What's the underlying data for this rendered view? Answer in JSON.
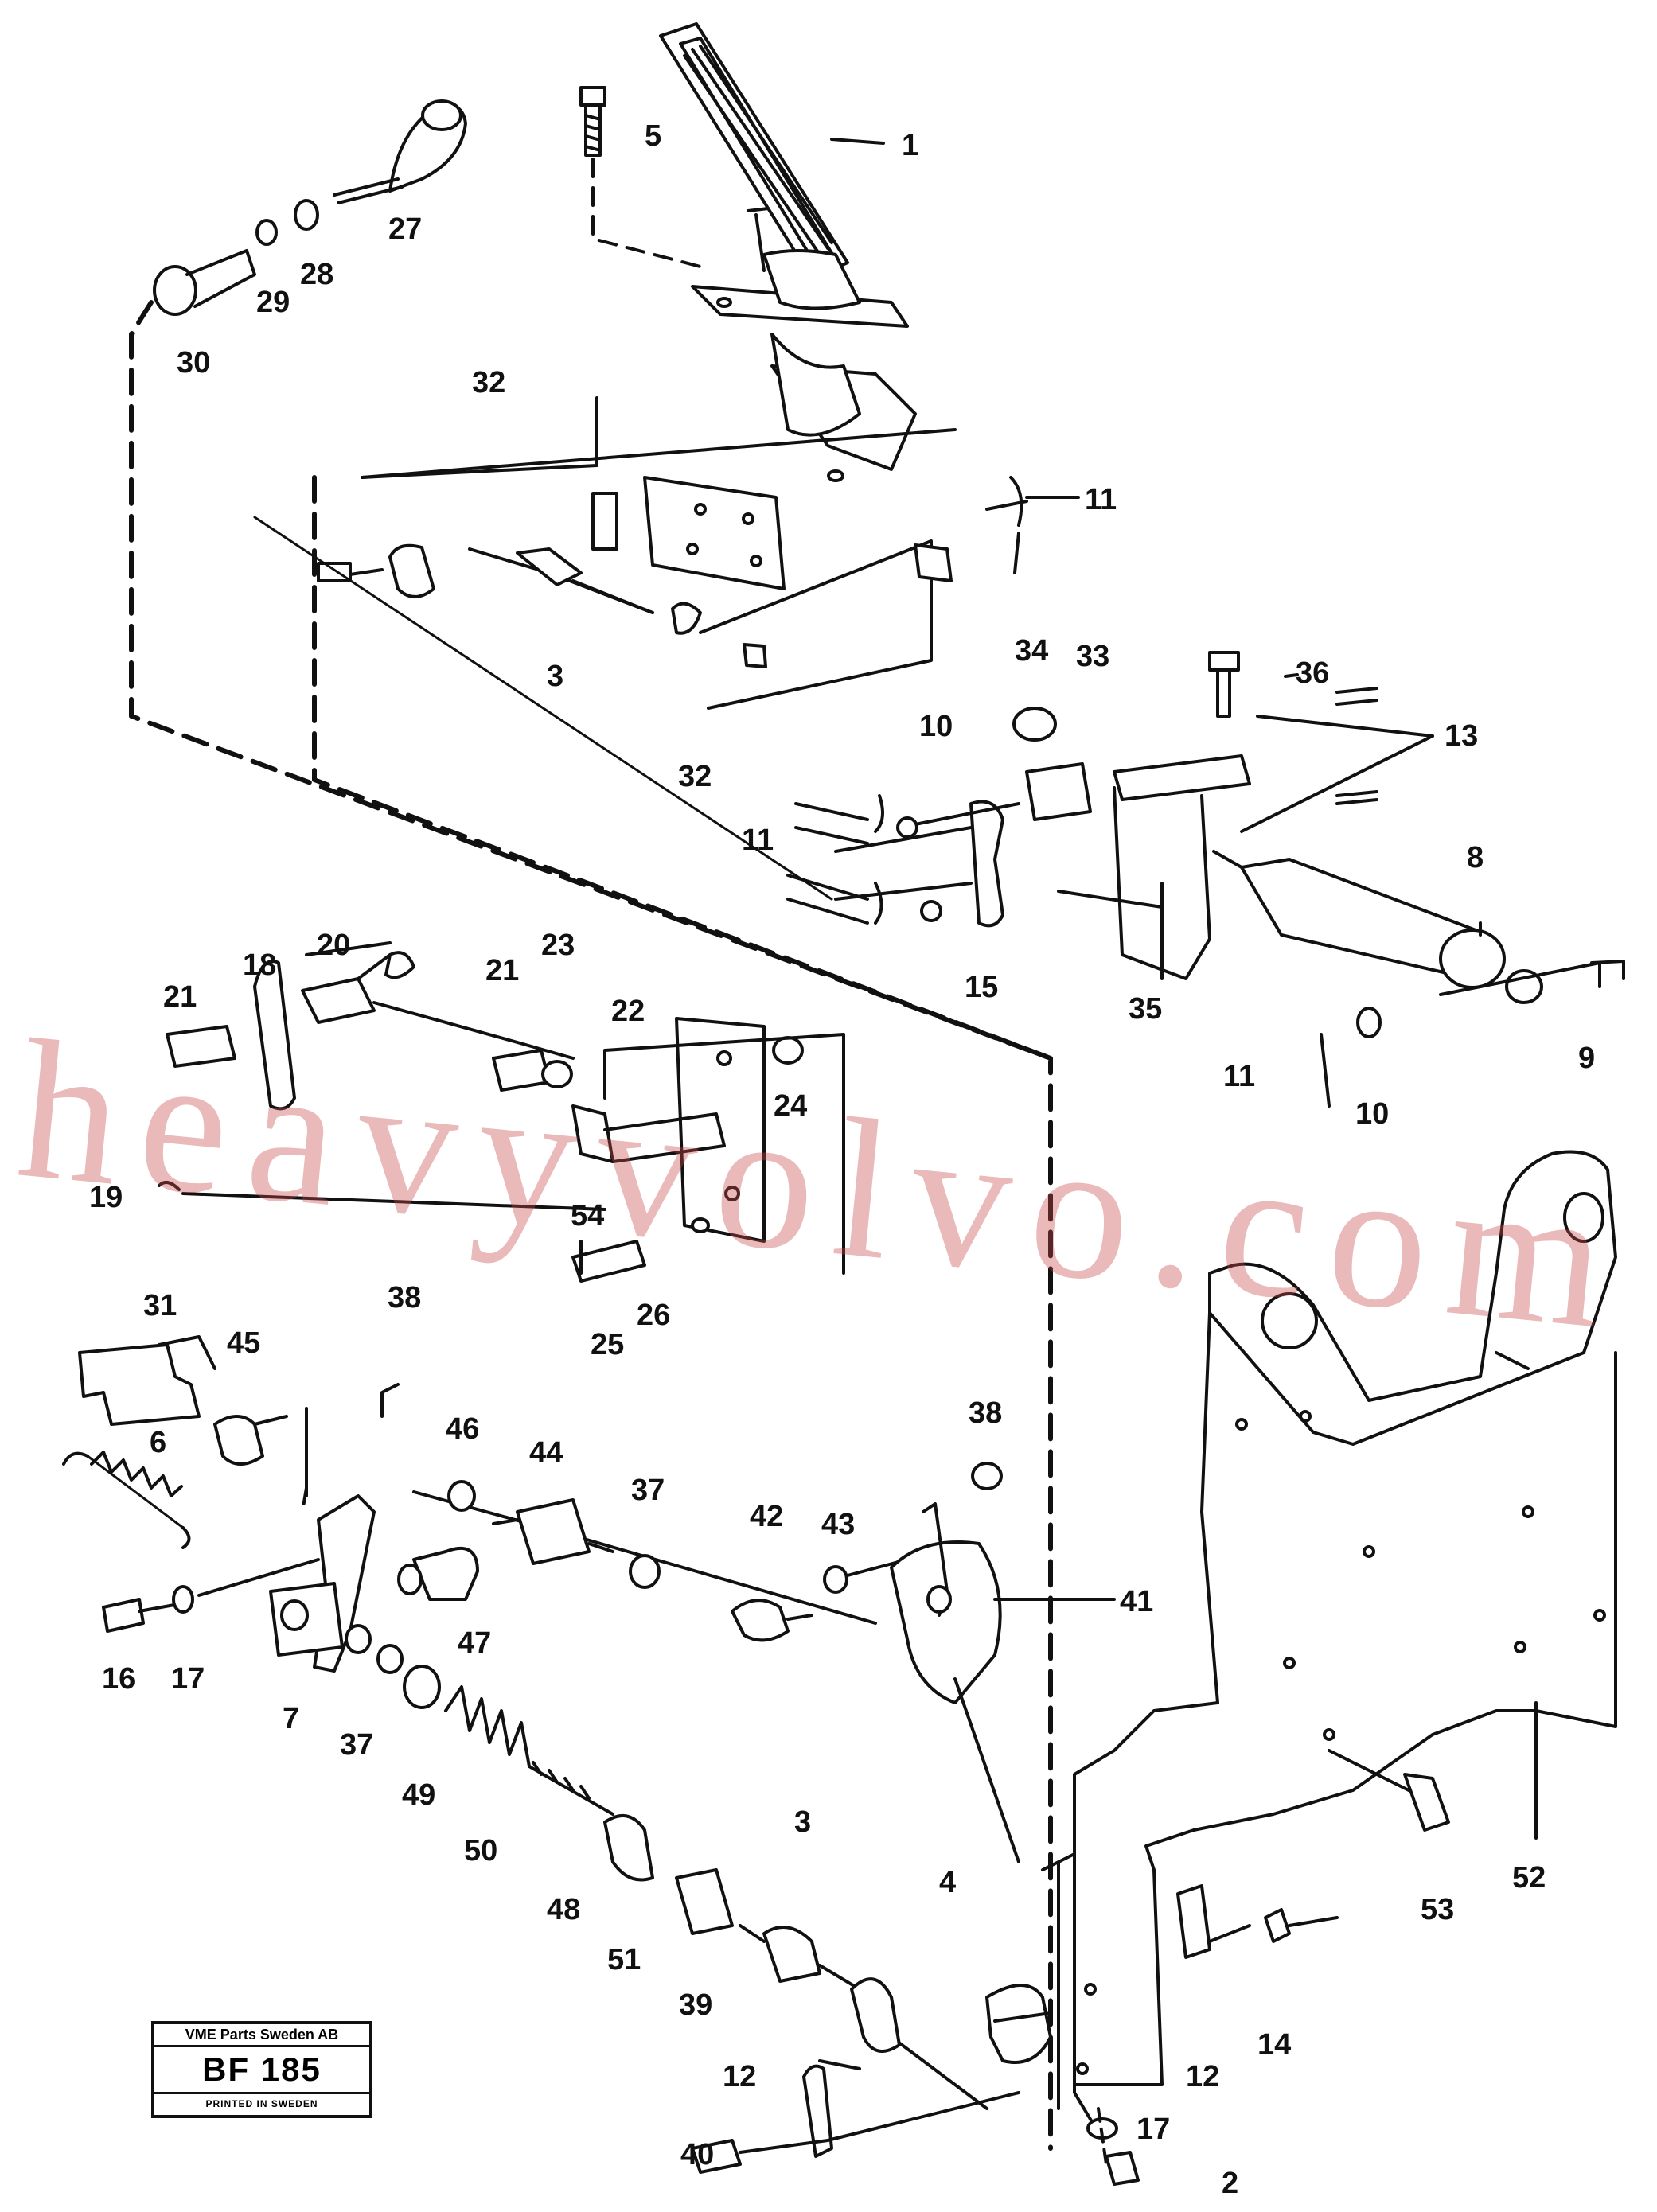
{
  "watermark": "heavyvolvo.com",
  "stamp": {
    "company": "VME Parts Sweden AB",
    "code": "BF 185",
    "printed": "PRINTED IN SWEDEN"
  },
  "labels": [
    "1",
    "5",
    "27",
    "28",
    "29",
    "30",
    "32",
    "11",
    "3",
    "32",
    "34",
    "33",
    "36",
    "10",
    "13",
    "11",
    "8",
    "15",
    "35",
    "9",
    "11",
    "10",
    "18",
    "20",
    "21",
    "21",
    "23",
    "22",
    "24",
    "19",
    "54",
    "25",
    "26",
    "31",
    "45",
    "38",
    "6",
    "46",
    "44",
    "37",
    "42",
    "43",
    "38",
    "41",
    "16",
    "17",
    "7",
    "47",
    "37",
    "49",
    "50",
    "48",
    "51",
    "39",
    "3",
    "4",
    "53",
    "52",
    "12",
    "12",
    "14",
    "40",
    "17",
    "2"
  ]
}
